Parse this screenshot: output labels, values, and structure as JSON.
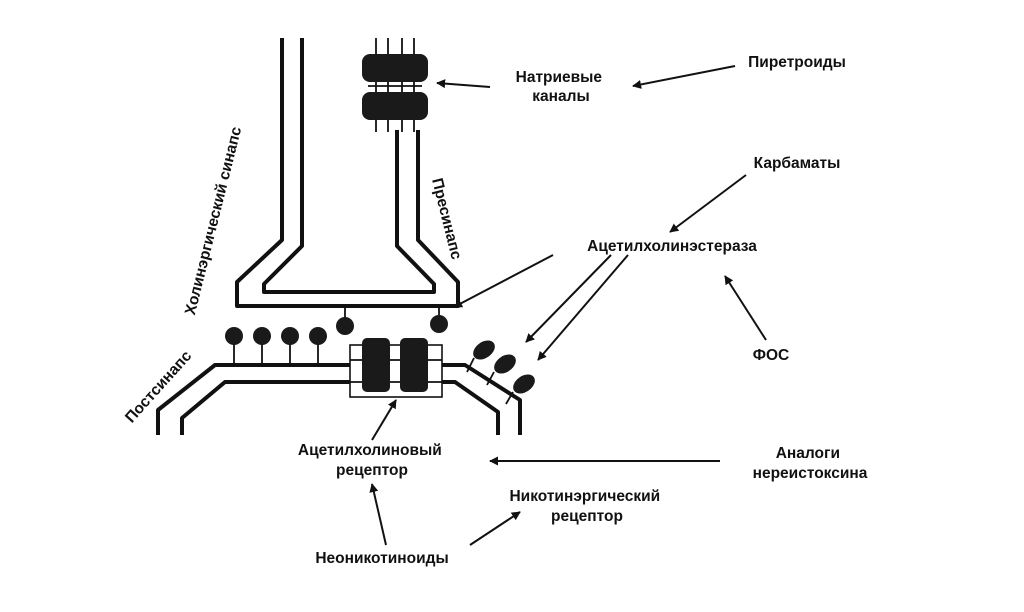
{
  "labels": {
    "sodium_channels": [
      "Натриевые",
      "каналы"
    ],
    "pyrethroids": "Пиретроиды",
    "carbamates": "Карбаматы",
    "acetylcholinesterase": "Ацетилхолинэстераза",
    "fos": "ФОС",
    "cholinergic_synapse": "Холинэргический синапс",
    "presynapse": "Пресинапс",
    "postsynapse": "Постсинапс",
    "acetylcholine_receptor": [
      "Ацетилхолиновый",
      "рецептор"
    ],
    "nereistoxin_analogs": [
      "Аналоги",
      "нереистоксина"
    ],
    "nicotinergic_receptor": [
      "Никотинэргический",
      "рецептор"
    ],
    "neonicotinoids": "Неоникотиноиды"
  },
  "colors": {
    "ink": "#111111",
    "background": "#ffffff"
  }
}
